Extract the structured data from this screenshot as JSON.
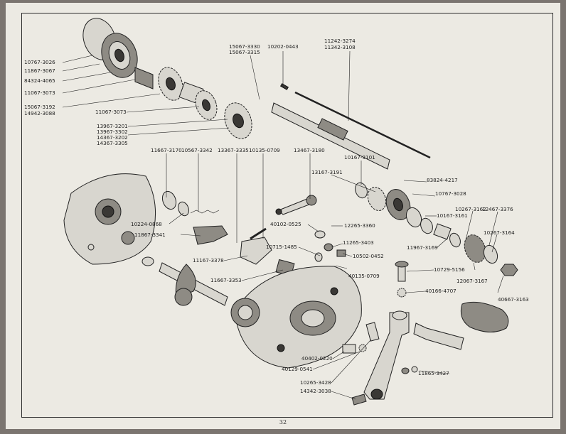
{
  "page_number": "32",
  "labels": [
    {
      "id": "l1",
      "text": "10767-3026"
    },
    {
      "id": "l2",
      "text": "11867-3067"
    },
    {
      "id": "l3",
      "text": "84324-4065"
    },
    {
      "id": "l4",
      "text": "11067-3073"
    },
    {
      "id": "l5",
      "text": "15067-3192"
    },
    {
      "id": "l6",
      "text": "14942-3088"
    },
    {
      "id": "l7",
      "text": "11067-3073"
    },
    {
      "id": "l8",
      "text": "13967-3201"
    },
    {
      "id": "l9",
      "text": "13967-3302"
    },
    {
      "id": "l10",
      "text": "14367-3202"
    },
    {
      "id": "l11",
      "text": "14367-3305"
    },
    {
      "id": "l12",
      "text": "15067-3330"
    },
    {
      "id": "l13",
      "text": "15067-3315"
    },
    {
      "id": "l14",
      "text": "10202-0443"
    },
    {
      "id": "l15",
      "text": "11242-3274"
    },
    {
      "id": "l16",
      "text": "11342-3108"
    },
    {
      "id": "l17",
      "text": "11667-3170"
    },
    {
      "id": "l18",
      "text": "10567-3342"
    },
    {
      "id": "l19",
      "text": "13367-3335"
    },
    {
      "id": "l20",
      "text": "10135-0709"
    },
    {
      "id": "l21",
      "text": "13467-3180"
    },
    {
      "id": "l22",
      "text": "10167-3101"
    },
    {
      "id": "l23",
      "text": "13167-3191"
    },
    {
      "id": "l24",
      "text": "83824-4217"
    },
    {
      "id": "l25",
      "text": "10767-3028"
    },
    {
      "id": "l26",
      "text": "10224-0868"
    },
    {
      "id": "l27",
      "text": "11867-3341"
    },
    {
      "id": "l28",
      "text": "40102-0525"
    },
    {
      "id": "l29",
      "text": "12265-3360"
    },
    {
      "id": "l30",
      "text": "10167-3161"
    },
    {
      "id": "l31",
      "text": "10267-3162"
    },
    {
      "id": "l32",
      "text": "12467-3376"
    },
    {
      "id": "l33",
      "text": "10267-3164"
    },
    {
      "id": "l34",
      "text": "10715-1485"
    },
    {
      "id": "l35",
      "text": "11265-3403"
    },
    {
      "id": "l36",
      "text": "11967-3169"
    },
    {
      "id": "l37",
      "text": "11167-3378"
    },
    {
      "id": "l38",
      "text": "10502-0452"
    },
    {
      "id": "l39",
      "text": "11667-3353"
    },
    {
      "id": "l40",
      "text": "40135-0709"
    },
    {
      "id": "l41",
      "text": "10729-5156"
    },
    {
      "id": "l42",
      "text": "12067-3167"
    },
    {
      "id": "l43",
      "text": "40667-3163"
    },
    {
      "id": "l44",
      "text": "40166-4707"
    },
    {
      "id": "l45",
      "text": "40402-0220"
    },
    {
      "id": "l46",
      "text": "40129-0541"
    },
    {
      "id": "l47",
      "text": "10265-3428"
    },
    {
      "id": "l48",
      "text": "14342-3038"
    },
    {
      "id": "l49",
      "text": "11865-3427"
    }
  ]
}
